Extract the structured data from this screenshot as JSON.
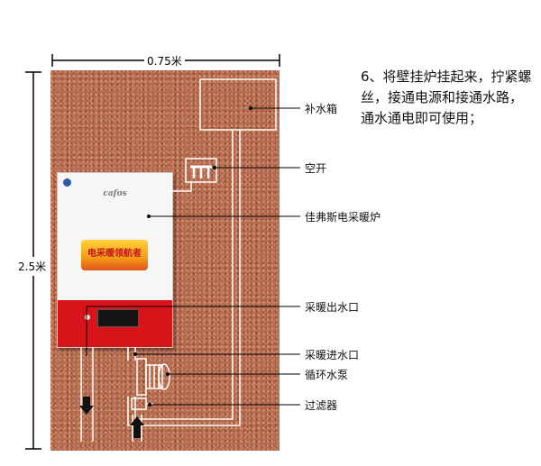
{
  "dimensions": {
    "width_label": "0.75米",
    "height_label": "2.5米"
  },
  "instruction": "6、将壁挂炉挂起来，拧紧螺丝，接通电源和接通水路，通水通电即可使用；",
  "boiler": {
    "brand": "cafos",
    "badge": "电采暖领航者"
  },
  "labels": {
    "tank": "补水箱",
    "switch": "空开",
    "boiler": "佳弗斯电采暖炉",
    "outlet": "采暖出水口",
    "inlet": "采暖进水口",
    "pump": "循环水泵",
    "filter": "过滤器"
  },
  "colors": {
    "wall": "#b86c4f",
    "panel": "#d8131a",
    "line": "#000000"
  }
}
